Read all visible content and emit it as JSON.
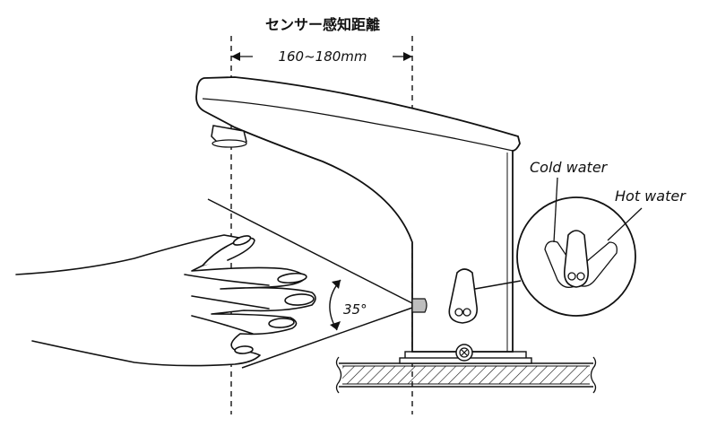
{
  "diagram": {
    "sensor_distance_label": "センサー感知距離",
    "distance_range": "160~180mm",
    "angle_label": "35°",
    "cold_label": "Cold water",
    "hot_label": "Hot water"
  },
  "colors": {
    "stroke": "#111111",
    "background": "#ffffff",
    "sensor": "#bdbdbd"
  }
}
